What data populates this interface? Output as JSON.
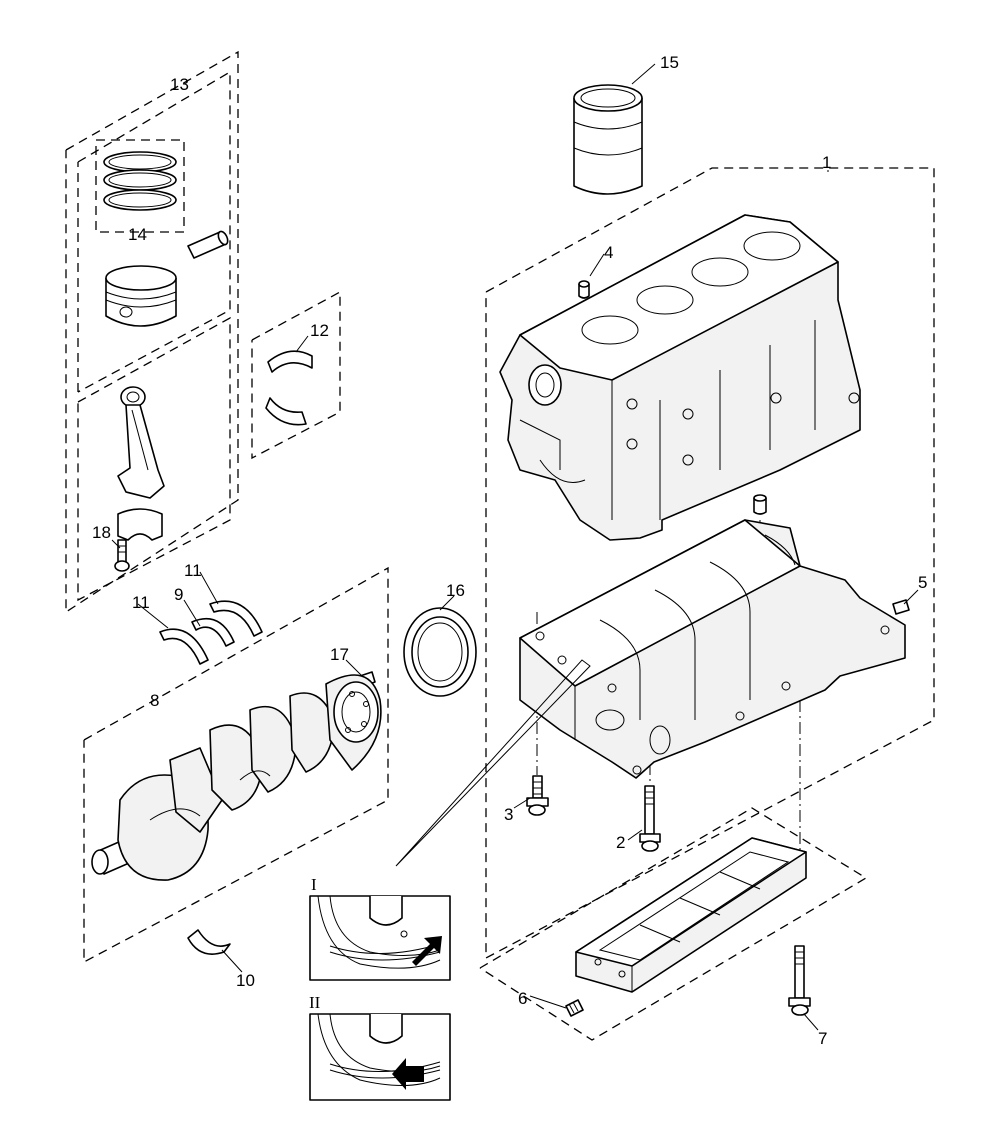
{
  "callouts": {
    "c1": "1",
    "c2": "2",
    "c3": "3",
    "c4": "4",
    "c5": "5",
    "c6": "6",
    "c7": "7",
    "c8": "8",
    "c9": "9",
    "c10": "10",
    "c11a": "11",
    "c11b": "11",
    "c12": "12",
    "c13": "13",
    "c14": "14",
    "c15": "15",
    "c16": "16",
    "c17": "17",
    "c18": "18"
  },
  "detail_views": {
    "view1": "I",
    "view2": "II"
  },
  "icons": {
    "cylinder_block": "cylinder-block-icon",
    "crankshaft": "crankshaft-icon",
    "piston": "piston-icon",
    "connecting_rod": "connecting-rod-icon",
    "ladder_frame": "ladder-frame-icon"
  }
}
